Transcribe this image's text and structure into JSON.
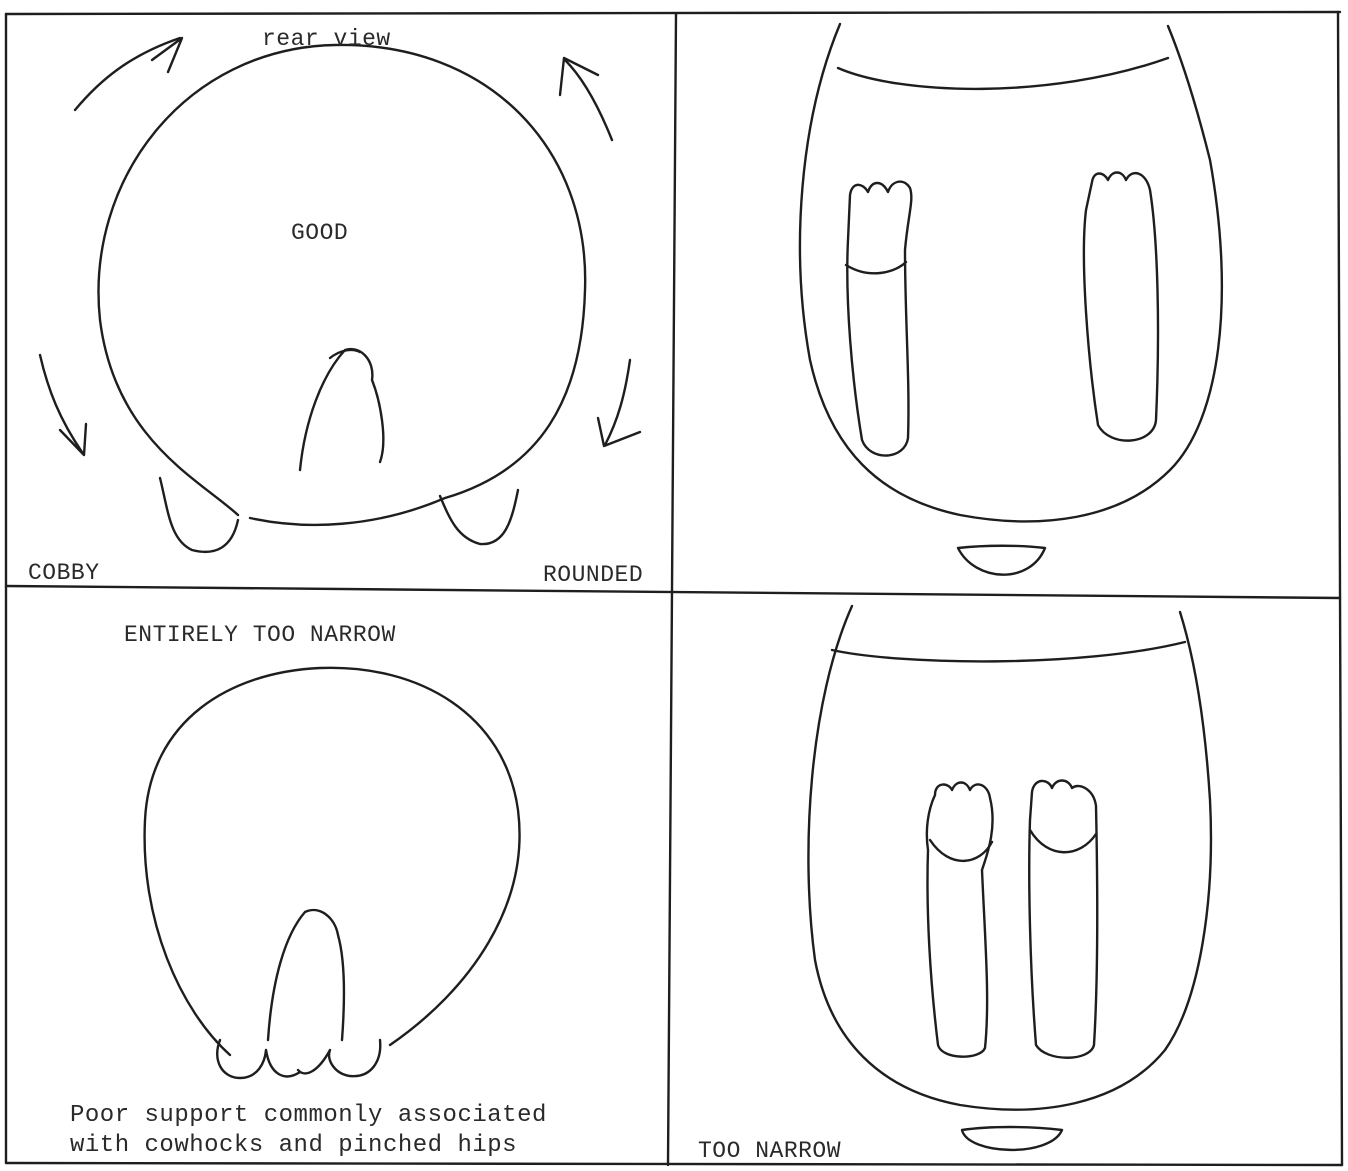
{
  "panels": {
    "top_left": {
      "heading": "rear view",
      "center_label": "GOOD",
      "left_label": "COBBY",
      "right_label": "ROUNDED"
    },
    "bottom_left": {
      "heading": "ENTIRELY TOO NARROW",
      "caption_line1": "Poor support commonly associated",
      "caption_line2": "with cowhocks and pinched hips"
    },
    "bottom_right": {
      "label": "TOO NARROW"
    }
  },
  "colors": {
    "ink": "#1e1e1e",
    "paper": "#ffffff",
    "grid": "#333333"
  }
}
